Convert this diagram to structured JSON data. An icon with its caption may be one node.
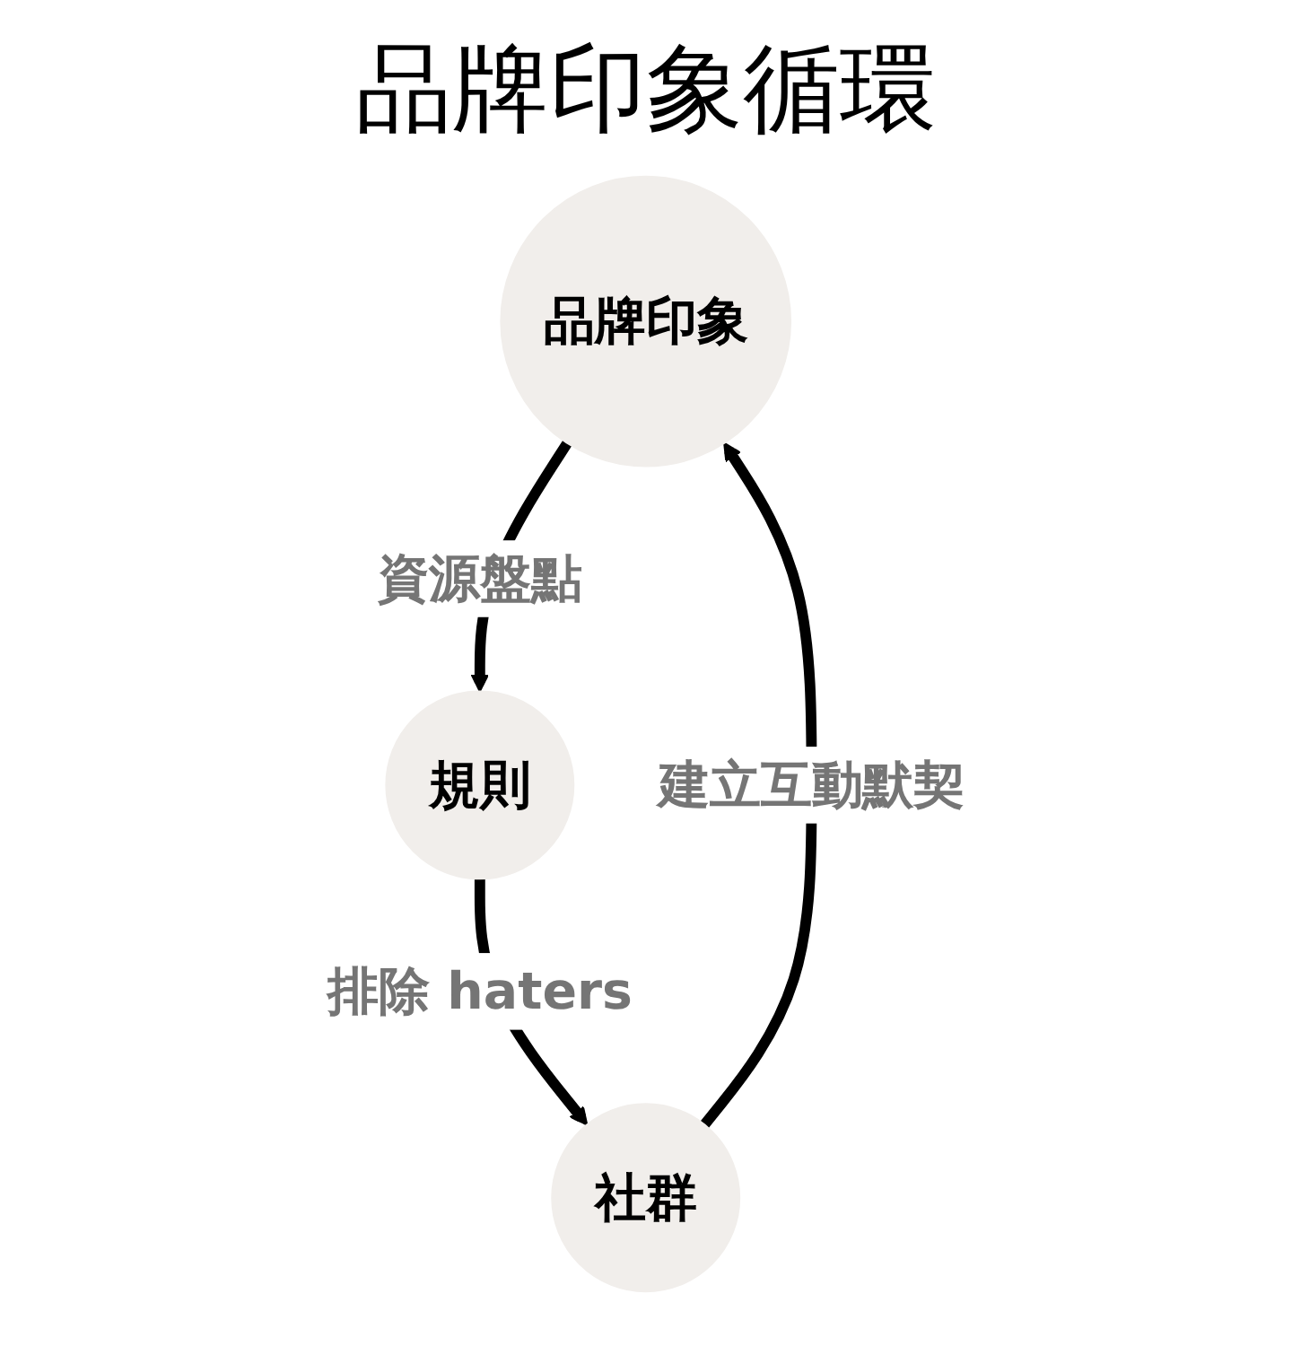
{
  "diagram": {
    "title": "品牌印象循環",
    "nodes": [
      {
        "text": [
          "品牌印象"
        ]
      },
      {
        "text": [
          "規則"
        ]
      },
      {
        "text": [
          "社群"
        ]
      }
    ],
    "edges": [
      {
        "from": 0,
        "to": 1,
        "arrow": "to",
        "label": "資源盤點"
      },
      {
        "from": 1,
        "to": 2,
        "arrow": "to",
        "label": "排除 haters"
      },
      {
        "from": 2,
        "to": 0,
        "arrow": "to",
        "label": "建立互動默契"
      }
    ]
  }
}
